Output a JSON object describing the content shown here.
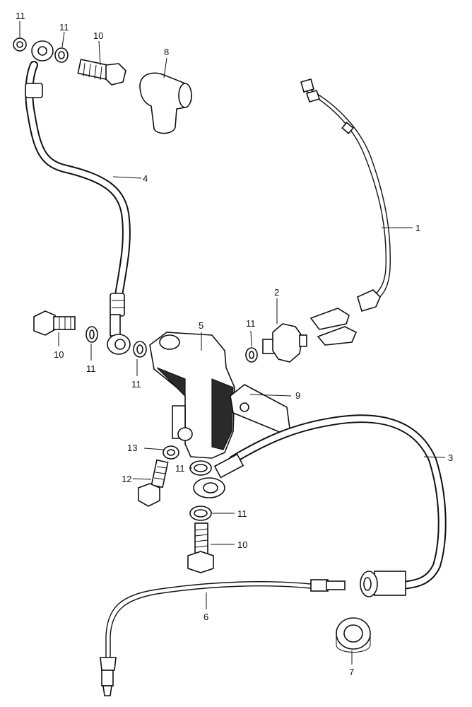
{
  "callouts": [
    {
      "id": "c1",
      "label": "1"
    },
    {
      "id": "c2",
      "label": "2"
    },
    {
      "id": "c3",
      "label": "3"
    },
    {
      "id": "c4",
      "label": "4"
    },
    {
      "id": "c5",
      "label": "5"
    },
    {
      "id": "c6",
      "label": "6"
    },
    {
      "id": "c7",
      "label": "7"
    },
    {
      "id": "c8",
      "label": "8"
    },
    {
      "id": "c9",
      "label": "9"
    },
    {
      "id": "c10a",
      "label": "10"
    },
    {
      "id": "c10b",
      "label": "10"
    },
    {
      "id": "c10c",
      "label": "10"
    },
    {
      "id": "c11a",
      "label": "11"
    },
    {
      "id": "c11b",
      "label": "11"
    },
    {
      "id": "c11c",
      "label": "11"
    },
    {
      "id": "c11d",
      "label": "11"
    },
    {
      "id": "c11e",
      "label": "11"
    },
    {
      "id": "c11f",
      "label": "11"
    },
    {
      "id": "c11g",
      "label": "11"
    },
    {
      "id": "c12",
      "label": "12"
    },
    {
      "id": "c13",
      "label": "13"
    }
  ]
}
